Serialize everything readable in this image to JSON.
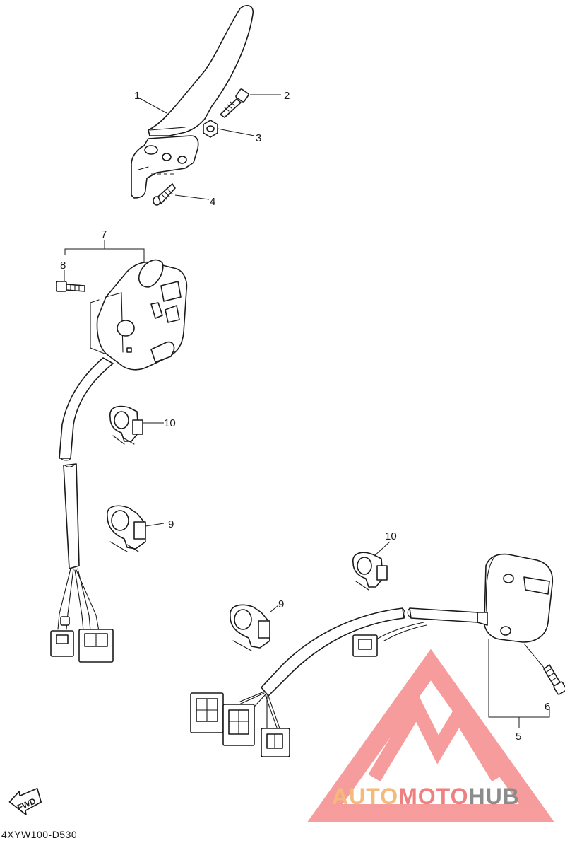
{
  "callouts": {
    "c1": "1",
    "c2": "2",
    "c3": "3",
    "c4": "4",
    "c5": "5",
    "c6": "6",
    "c7": "7",
    "c8": "8",
    "c9a": "9",
    "c9b": "9",
    "c10a": "10",
    "c10b": "10"
  },
  "fwd_label": "FWD",
  "diagram_code": "4XYW100-D530",
  "watermark": {
    "part1": "AUTO",
    "part2": "MOTO",
    "part3": "HUB",
    "color1": "#f5b97a",
    "color2": "#f08080",
    "color3": "#8c8c8c",
    "logo_color": "#f47c7c"
  }
}
